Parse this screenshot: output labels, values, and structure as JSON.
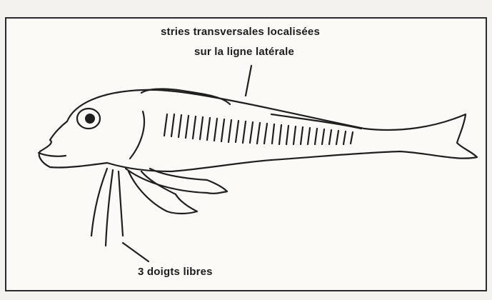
{
  "labels": {
    "lateral_line_line1": "stries transversales localisées",
    "lateral_line_line2": "sur la ligne latérale",
    "free_rays": "3 doigts libres"
  }
}
